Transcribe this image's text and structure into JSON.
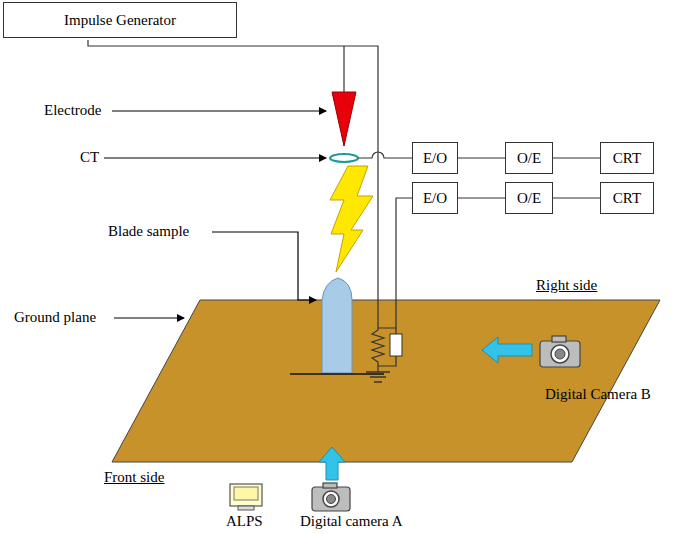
{
  "diagram": {
    "nodes": [
      {
        "text": [
          "Impulse Generator"
        ]
      },
      {
        "text": [
          "E/O"
        ]
      },
      {
        "text": [
          "O/E"
        ]
      },
      {
        "text": [
          "CRT"
        ]
      },
      {
        "text": [
          "E/O"
        ]
      },
      {
        "text": [
          "O/E"
        ]
      },
      {
        "text": [
          "CRT"
        ]
      }
    ],
    "edges": [
      {
        "from": 1,
        "to": 2,
        "arrow": "none"
      },
      {
        "from": 2,
        "to": 3,
        "arrow": "none"
      },
      {
        "from": 4,
        "to": 5,
        "arrow": "none"
      },
      {
        "from": 5,
        "to": 6,
        "arrow": "none"
      }
    ],
    "labels": [
      "Electrode",
      "CT",
      "Blade sample",
      "Ground plane",
      "Right side",
      "Digital Camera B",
      "Front side",
      "ALPS",
      "Digital camera A"
    ]
  }
}
